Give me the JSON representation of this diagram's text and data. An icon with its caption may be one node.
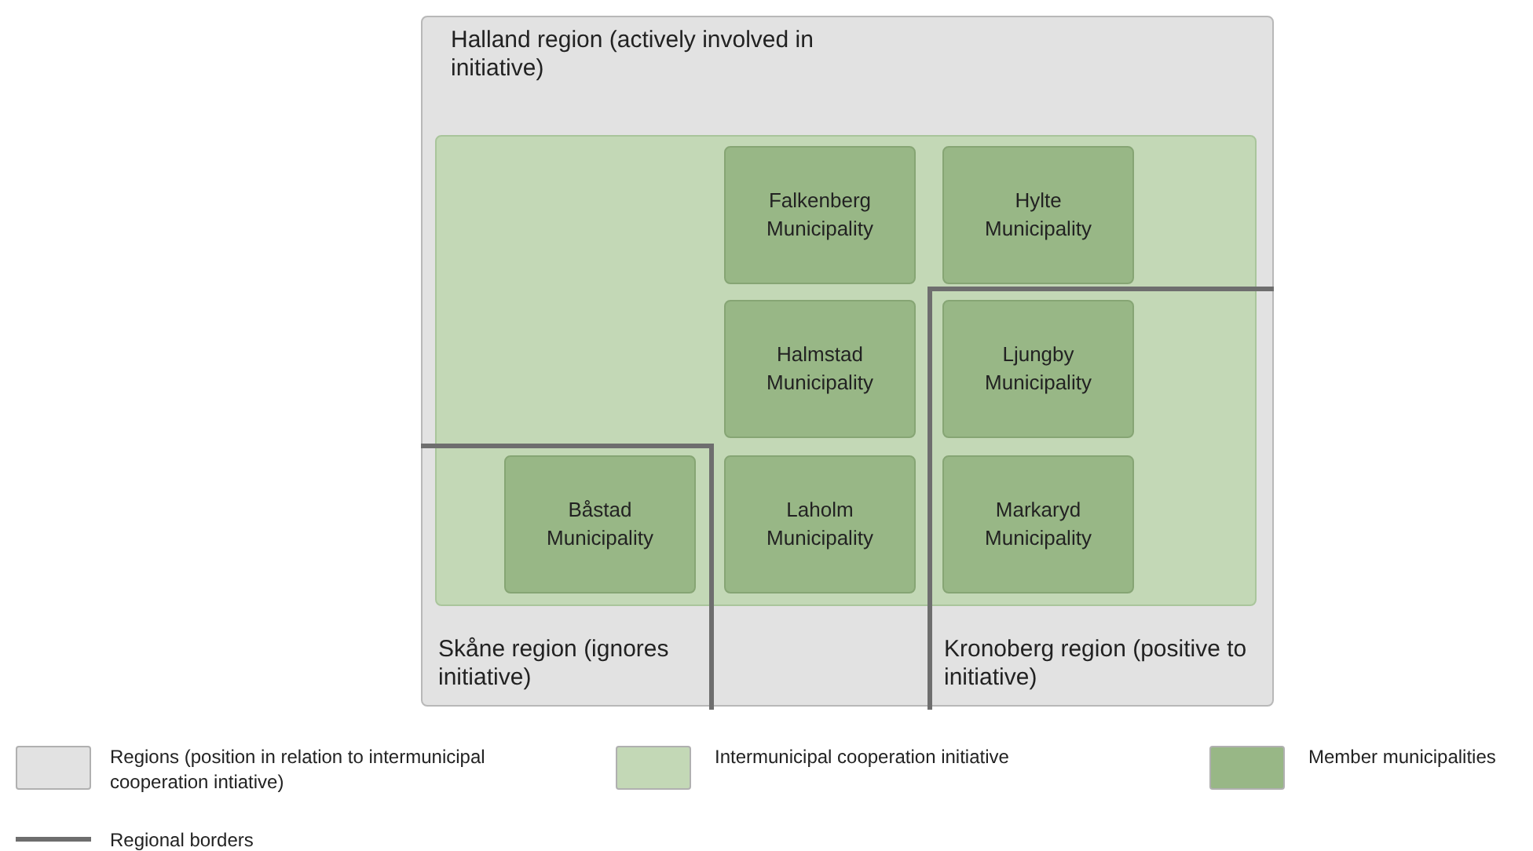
{
  "diagram": {
    "nodes": [
      {
        "text": [
          "Halland region (actively involved in initiative)",
          "Skåne region (ignores initiative)",
          "Kronoberg region (positive to initiative)"
        ]
      },
      {
        "text": [],
        "shape": "box",
        "in": 0
      },
      {
        "text": [
          "Falkenberg Municipality"
        ],
        "in": 1
      },
      {
        "text": [
          "Hylte Municipality"
        ],
        "in": 1
      },
      {
        "text": [
          "Halmstad Municipality"
        ],
        "in": 1
      },
      {
        "text": [
          "Ljungby Municipality"
        ],
        "in": 1
      },
      {
        "text": [
          "Båstad Municipality"
        ],
        "in": 1
      },
      {
        "text": [
          "Laholm Municipality"
        ],
        "in": 1
      },
      {
        "text": [
          "Markaryd Municipality"
        ],
        "in": 1
      }
    ],
    "edges": [],
    "legend": [
      {
        "text": "Regions (position in relation to intermunicipal cooperation intiative)",
        "color": "#e2e2e2"
      },
      {
        "text": "Intermunicipal cooperation initiative",
        "color": "#c3d8b6"
      },
      {
        "text": "Member municipalities",
        "color": "#98b786"
      },
      {
        "text": "Regional borders"
      }
    ]
  }
}
